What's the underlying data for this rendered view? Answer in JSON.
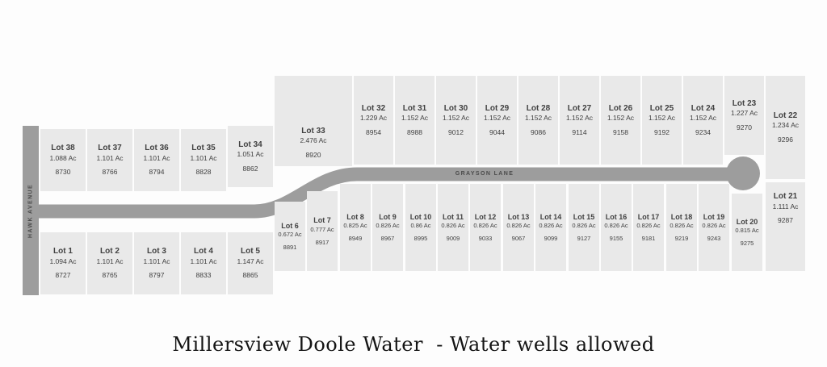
{
  "title": "Millersview Doole Water  - Water wells allowed",
  "roads": {
    "hawk_avenue": "HAWK AVENUE",
    "grayson_lane": "GRAYSON LANE"
  },
  "colors": {
    "road": "#9d9d9d",
    "lot_fill": "#e9e9e9",
    "lot_text": "#414141"
  },
  "lots": [
    {
      "name": "Lot 1",
      "acreage": "1.094 Ac",
      "number": "8727"
    },
    {
      "name": "Lot 2",
      "acreage": "1.101 Ac",
      "number": "8765"
    },
    {
      "name": "Lot 3",
      "acreage": "1.101 Ac",
      "number": "8797"
    },
    {
      "name": "Lot 4",
      "acreage": "1.101 Ac",
      "number": "8833"
    },
    {
      "name": "Lot 5",
      "acreage": "1.147 Ac",
      "number": "8865"
    },
    {
      "name": "Lot 6",
      "acreage": "0.672 Ac",
      "number": "8891"
    },
    {
      "name": "Lot 7",
      "acreage": "0.777 Ac",
      "number": "8917"
    },
    {
      "name": "Lot 8",
      "acreage": "0.825 Ac",
      "number": "8949"
    },
    {
      "name": "Lot 9",
      "acreage": "0.826 Ac",
      "number": "8967"
    },
    {
      "name": "Lot 10",
      "acreage": "0.86 Ac",
      "number": "8995"
    },
    {
      "name": "Lot 11",
      "acreage": "0.826 Ac",
      "number": "9009"
    },
    {
      "name": "Lot 12",
      "acreage": "0.826 Ac",
      "number": "9033"
    },
    {
      "name": "Lot 13",
      "acreage": "0.826 Ac",
      "number": "9067"
    },
    {
      "name": "Lot 14",
      "acreage": "0.826 Ac",
      "number": "9099"
    },
    {
      "name": "Lot 15",
      "acreage": "0.826 Ac",
      "number": "9127"
    },
    {
      "name": "Lot 16",
      "acreage": "0.826 Ac",
      "number": "9155"
    },
    {
      "name": "Lot 17",
      "acreage": "0.826 Ac",
      "number": "9181"
    },
    {
      "name": "Lot 18",
      "acreage": "0.826 Ac",
      "number": "9219"
    },
    {
      "name": "Lot 19",
      "acreage": "0.826 Ac",
      "number": "9243"
    },
    {
      "name": "Lot 20",
      "acreage": "0.815 Ac",
      "number": "9275"
    },
    {
      "name": "Lot 21",
      "acreage": "1.111 Ac",
      "number": "9287"
    },
    {
      "name": "Lot 22",
      "acreage": "1.234 Ac",
      "number": "9296"
    },
    {
      "name": "Lot 23",
      "acreage": "1.227 Ac",
      "number": "9270"
    },
    {
      "name": "Lot 24",
      "acreage": "1.152 Ac",
      "number": "9234"
    },
    {
      "name": "Lot 25",
      "acreage": "1.152 Ac",
      "number": "9192"
    },
    {
      "name": "Lot 26",
      "acreage": "1.152 Ac",
      "number": "9158"
    },
    {
      "name": "Lot 27",
      "acreage": "1.152 Ac",
      "number": "9114"
    },
    {
      "name": "Lot 28",
      "acreage": "1.152 Ac",
      "number": "9086"
    },
    {
      "name": "Lot 29",
      "acreage": "1.152 Ac",
      "number": "9044"
    },
    {
      "name": "Lot 30",
      "acreage": "1.152 Ac",
      "number": "9012"
    },
    {
      "name": "Lot 31",
      "acreage": "1.152 Ac",
      "number": "8988"
    },
    {
      "name": "Lot 32",
      "acreage": "1.229 Ac",
      "number": "8954"
    },
    {
      "name": "Lot 33",
      "acreage": "2.476 Ac",
      "number": "8920"
    },
    {
      "name": "Lot 34",
      "acreage": "1.051 Ac",
      "number": "8862"
    },
    {
      "name": "Lot 35",
      "acreage": "1.101 Ac",
      "number": "8828"
    },
    {
      "name": "Lot 36",
      "acreage": "1.101 Ac",
      "number": "8794"
    },
    {
      "name": "Lot 37",
      "acreage": "1.101 Ac",
      "number": "8766"
    },
    {
      "name": "Lot 38",
      "acreage": "1.088 Ac",
      "number": "8730"
    }
  ]
}
